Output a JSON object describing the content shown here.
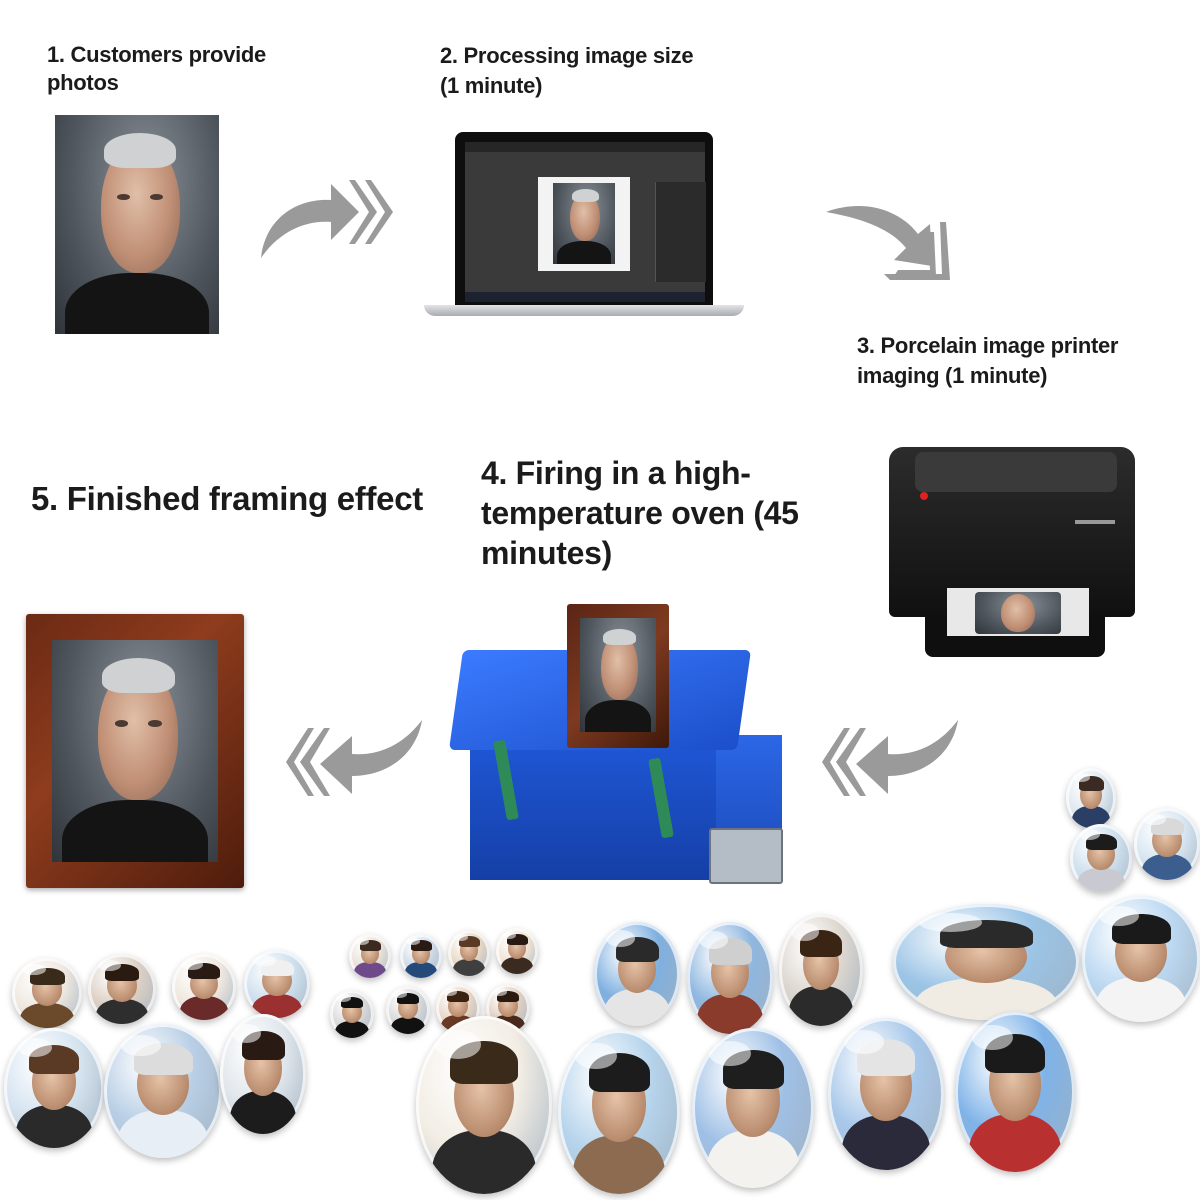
{
  "steps": [
    {
      "id": 1,
      "lines": [
        "1. Customers provide",
        "photos"
      ]
    },
    {
      "id": 2,
      "lines": [
        "2. Processing image size",
        "(1 minute)"
      ]
    },
    {
      "id": 3,
      "lines": [
        "3. Porcelain image printer",
        "imaging (1 minute)"
      ]
    },
    {
      "id": 4,
      "lines": [
        "4. Firing in a high-",
        "temperature oven (45",
        "minutes)"
      ]
    },
    {
      "id": 5,
      "lines": [
        "5. Finished framing effect"
      ]
    }
  ],
  "arrows": [
    {
      "name": "arrow-step1-to-step2",
      "direction": "right"
    },
    {
      "name": "arrow-step2-to-step3",
      "direction": "down-right"
    },
    {
      "name": "arrow-step3-to-step4",
      "direction": "left"
    },
    {
      "name": "arrow-step4-to-step5",
      "direction": "left"
    }
  ],
  "colors": {
    "arrow": "#9a9a9a",
    "oven": "#1f57d6",
    "frame": "#7a3019",
    "printer": "#161616"
  },
  "icons": {
    "laptop": "laptop-icon",
    "printer": "printer-icon",
    "oven": "kiln-oven-icon",
    "frame": "picture-frame-icon"
  }
}
